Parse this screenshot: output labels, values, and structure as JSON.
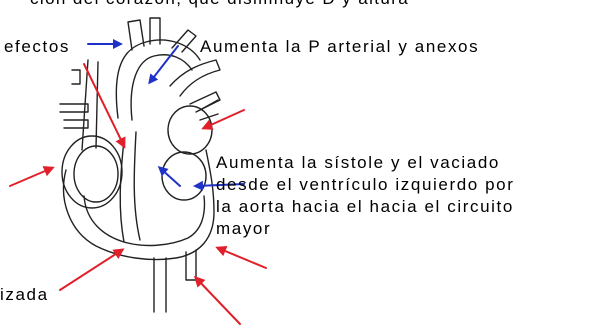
{
  "labels": {
    "top_partial": "ción del corazón, que disminuye D y altura",
    "efectos": "efectos",
    "presion": "Aumenta la P arterial y anexos",
    "sistole_lines": [
      "Aumenta la sístole y el vaciado",
      "desde el ventrículo izquierdo por",
      "la aorta hacia el hacia el circuito",
      "mayor"
    ],
    "izada": "izada"
  },
  "colors": {
    "blue_arrow": "#1f32c8",
    "red_arrow": "#e0202a",
    "outline": "#222222",
    "text": "#000000"
  }
}
